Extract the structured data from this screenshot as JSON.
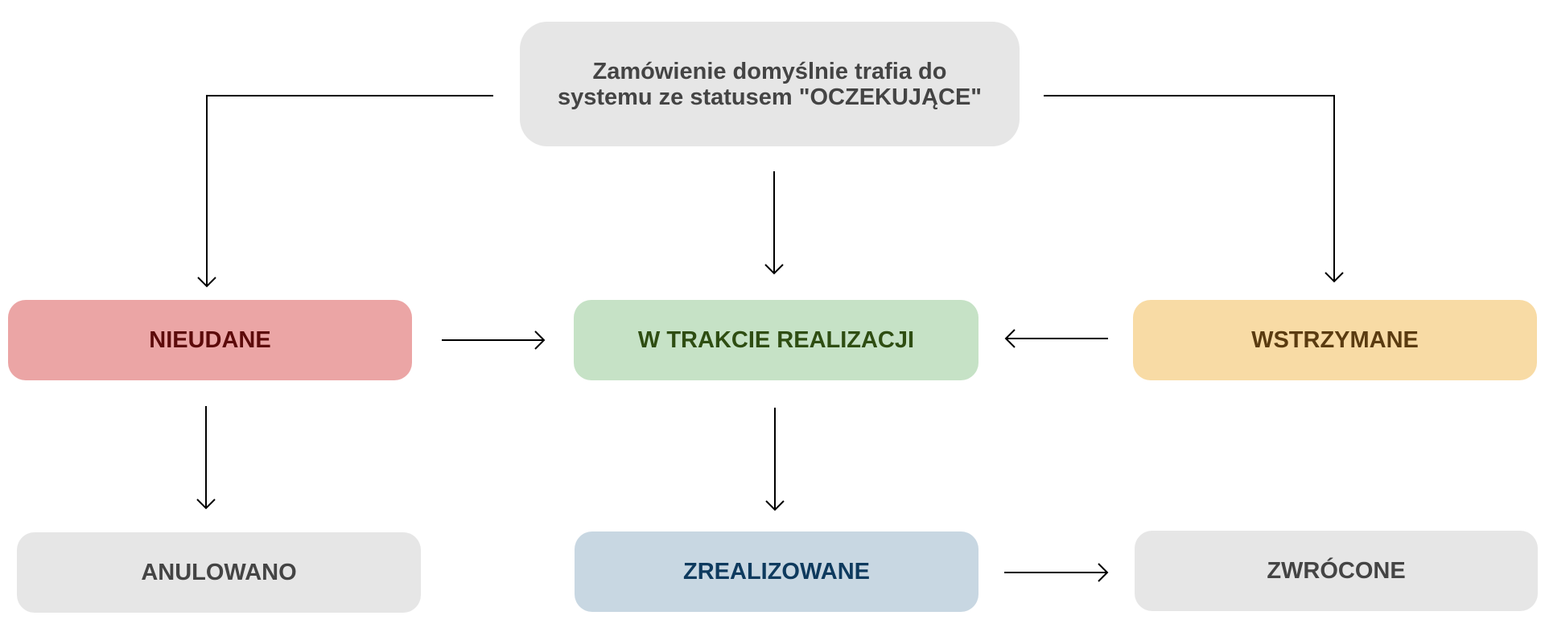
{
  "nodes": {
    "start": {
      "line1": "Zamówienie domyślnie trafia do",
      "line2": "systemu ze statusem \"OCZEKUJĄCE\"",
      "bg": "#e6e6e6",
      "fg": "#444444"
    },
    "failed": {
      "label": "NIEUDANE",
      "bg": "#eba5a5",
      "fg": "#5c0a0a"
    },
    "processing": {
      "label": "W TRAKCIE REALIZACJI",
      "bg": "#c6e2c6",
      "fg": "#2e4d12"
    },
    "onhold": {
      "label": "WSTRZYMANE",
      "bg": "#f8dba5",
      "fg": "#5a3b10"
    },
    "cancelled": {
      "label": "ANULOWANO",
      "bg": "#e6e6e6",
      "fg": "#444444"
    },
    "completed": {
      "label": "ZREALIZOWANE",
      "bg": "#c8d7e2",
      "fg": "#0e3a5e"
    },
    "refunded": {
      "label": "ZWRÓCONE",
      "bg": "#e6e6e6",
      "fg": "#444444"
    }
  },
  "edges": [
    {
      "from": "start",
      "to": "failed"
    },
    {
      "from": "start",
      "to": "processing"
    },
    {
      "from": "start",
      "to": "onhold"
    },
    {
      "from": "failed",
      "to": "processing"
    },
    {
      "from": "onhold",
      "to": "processing"
    },
    {
      "from": "failed",
      "to": "cancelled"
    },
    {
      "from": "processing",
      "to": "completed"
    },
    {
      "from": "completed",
      "to": "refunded"
    }
  ]
}
